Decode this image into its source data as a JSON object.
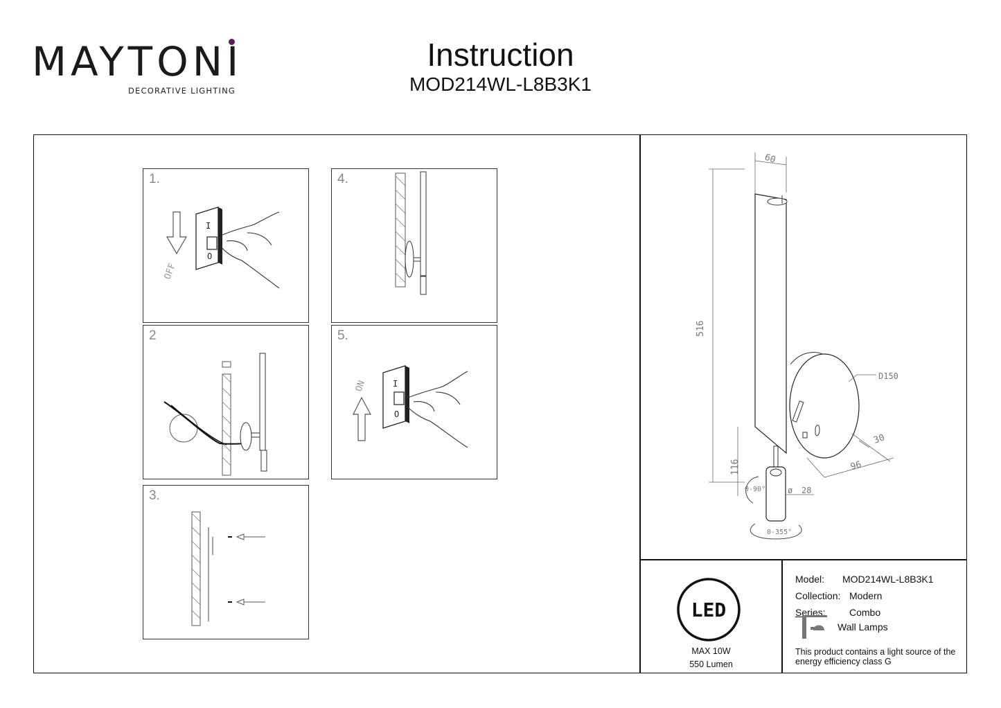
{
  "brand": {
    "logo_text": "MAYTONI",
    "tagline": "DECORATIVE LIGHTING",
    "accent_color": "#5a1d5c"
  },
  "header": {
    "title": "Instruction",
    "model": "MOD214WL-L8B3K1"
  },
  "steps": [
    {
      "number": "1.",
      "switch_top": "I",
      "switch_bottom": "O",
      "arrow_label": "OFF"
    },
    {
      "number": "2"
    },
    {
      "number": "3."
    },
    {
      "number": "4."
    },
    {
      "number": "5.",
      "switch_top": "I",
      "switch_bottom": "O",
      "arrow_label": "ON"
    }
  ],
  "dimensions": {
    "width": "60",
    "height": "516",
    "base_diameter": "D150",
    "base_depth": "30",
    "projection": "96",
    "lower_length": "116",
    "diameter_symbol": "ø",
    "diameter": "28",
    "tilt": "0-90°",
    "rotation": "0-355°"
  },
  "led": {
    "badge": "LED",
    "power": "MAX 10W",
    "lumen": "550 Lumen"
  },
  "specs": {
    "model_label": "Model:",
    "model_value": "MOD214WL-L8B3K1",
    "collection_label": "Collection:",
    "collection_value": "Modern",
    "series_label": "Series:",
    "series_value": "Combo",
    "type_value": "Wall Lamps",
    "energy_note": "This product contains a light source of the energy efficiency class G"
  }
}
